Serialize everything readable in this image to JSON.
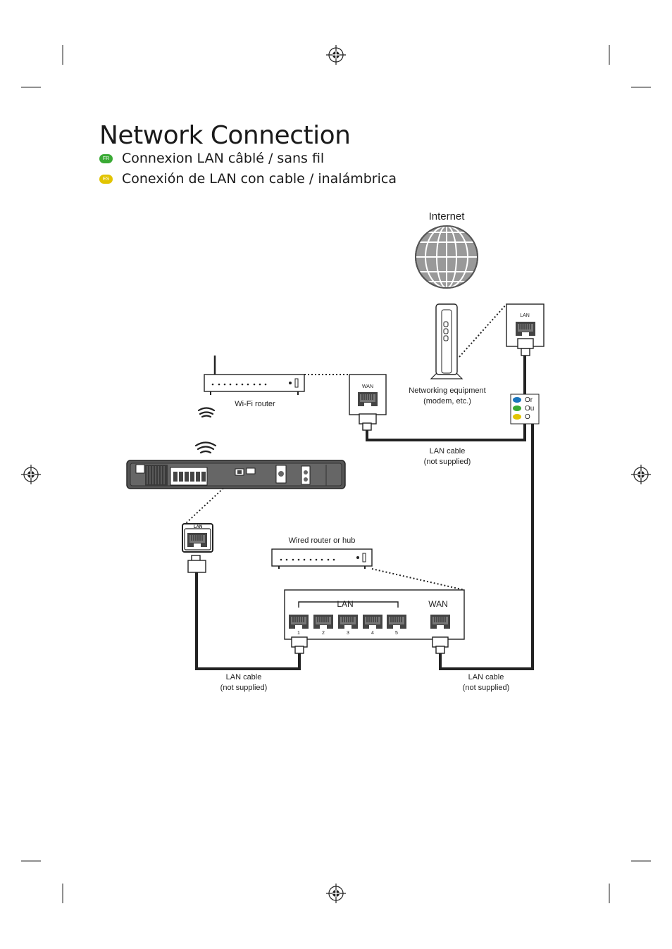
{
  "header": {
    "title": "Network Connection",
    "subtitles": [
      {
        "lang": "FR",
        "text": "Connexion LAN câblé / sans fil",
        "color": "#3aaa35"
      },
      {
        "lang": "ES",
        "text": "Conexión de LAN con cable / inalámbrica",
        "color": "#e2c400"
      }
    ]
  },
  "diagram": {
    "internet_label": "Internet",
    "modem_label": [
      "Networking equipment",
      "(modem, etc.)"
    ],
    "wifi_router_label": "Wi-Fi router",
    "wired_router_label": "Wired router or hub",
    "lan_cable_label": [
      "LAN cable",
      "(not supplied)"
    ],
    "port_labels": {
      "lan": "LAN",
      "wan": "WAN"
    },
    "hub_ports": [
      "1",
      "2",
      "3",
      "4",
      "5"
    ],
    "hub_group_labels": {
      "lan": "LAN",
      "wan": "WAN"
    },
    "legend": [
      {
        "text": "Or",
        "color": "#1a75bc"
      },
      {
        "text": "Ou",
        "color": "#3aaa35"
      },
      {
        "text": "O",
        "color": "#e2c400"
      }
    ]
  }
}
